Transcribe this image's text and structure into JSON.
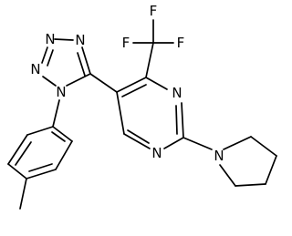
{
  "structure": {
    "atoms": {
      "tetrazole_n1": "N",
      "tetrazole_n2": "N",
      "tetrazole_n3": "N",
      "tetrazole_n4": "N",
      "pyrimidine_n1": "N",
      "pyrimidine_n3": "N",
      "pyrrolidine_n": "N",
      "fluorine_1": "F",
      "fluorine_2": "F",
      "fluorine_3": "F"
    }
  }
}
